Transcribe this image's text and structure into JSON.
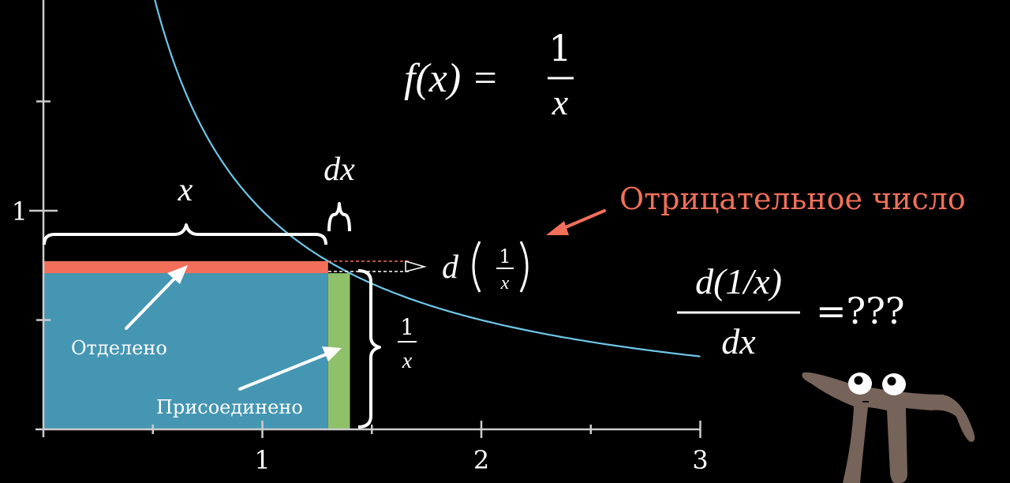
{
  "chart_data": {
    "type": "line",
    "function": "1/x",
    "x_ticks": [
      "1",
      "2",
      "3"
    ],
    "y_ticks": [
      "1"
    ],
    "xlim": [
      0,
      3
    ],
    "x_value": 1.3,
    "dx": 0.1
  },
  "formula": {
    "f_lhs": "f(x) =",
    "f_num": "1",
    "f_den": "x"
  },
  "labels": {
    "x_brace": "x",
    "dx_brace": "dx",
    "height_num": "1",
    "height_den": "x",
    "d_prefix": "d",
    "d_num": "1",
    "d_den": "x",
    "negative_number": "Отрицательное число",
    "removed": "Отделено",
    "added": "Присоединено",
    "derivative_num": "d(1/x)",
    "derivative_den": "dx",
    "derivative_rhs": "=???"
  },
  "colors": {
    "background": "#000000",
    "curve": "#6ec7e8",
    "blue_rect": "#4596b2",
    "red_strip": "#f26f5a",
    "green_strip": "#8fc16a",
    "axis": "#cccccc",
    "text": "#ffffff",
    "accent_text": "#f26f5a",
    "pi_body": "#76635a"
  },
  "icons": {
    "mascot": "pi-creature-icon"
  }
}
